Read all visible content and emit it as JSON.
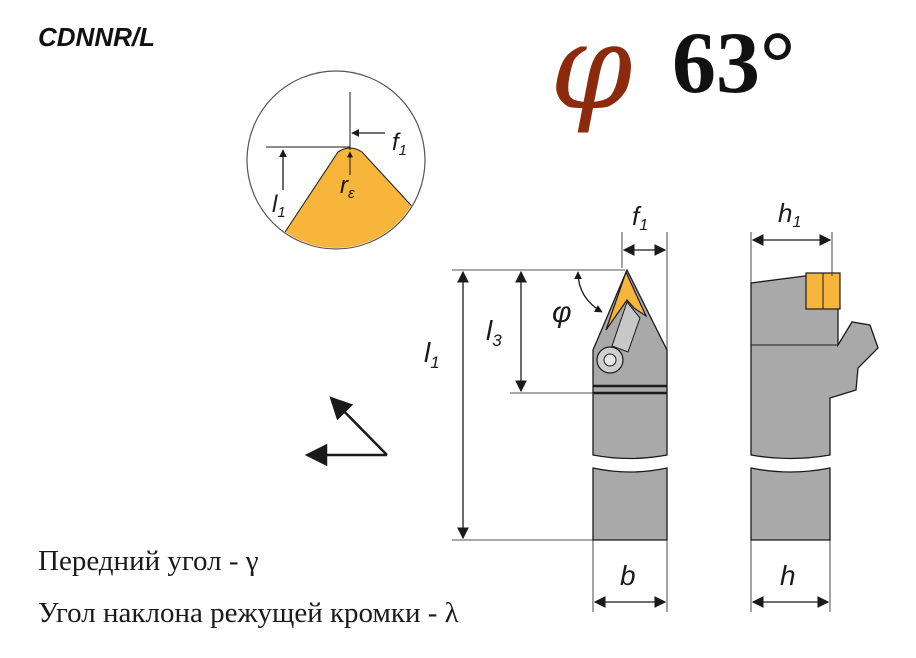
{
  "title": {
    "model": "CDNNR/L",
    "angle_symbol": "φ",
    "angle_value": "63°"
  },
  "labels": {
    "f1": "f",
    "f1_sub": "1",
    "l1": "l",
    "l1_sub": "1",
    "r": "r",
    "r_sub": "ε",
    "l3": "l",
    "l3_sub": "3",
    "phi": "φ",
    "h1": "h",
    "h1_sub": "1",
    "b": "b",
    "h": "h"
  },
  "captions": {
    "rake_angle": "Передний угол - γ",
    "inclination_angle": "Угол наклона режущей кромки - λ"
  },
  "colors": {
    "insert": "#f7b53c",
    "holder": "#a9a9a9",
    "outline": "#1a1a1a",
    "phi_accent": "#8b2a0c"
  }
}
